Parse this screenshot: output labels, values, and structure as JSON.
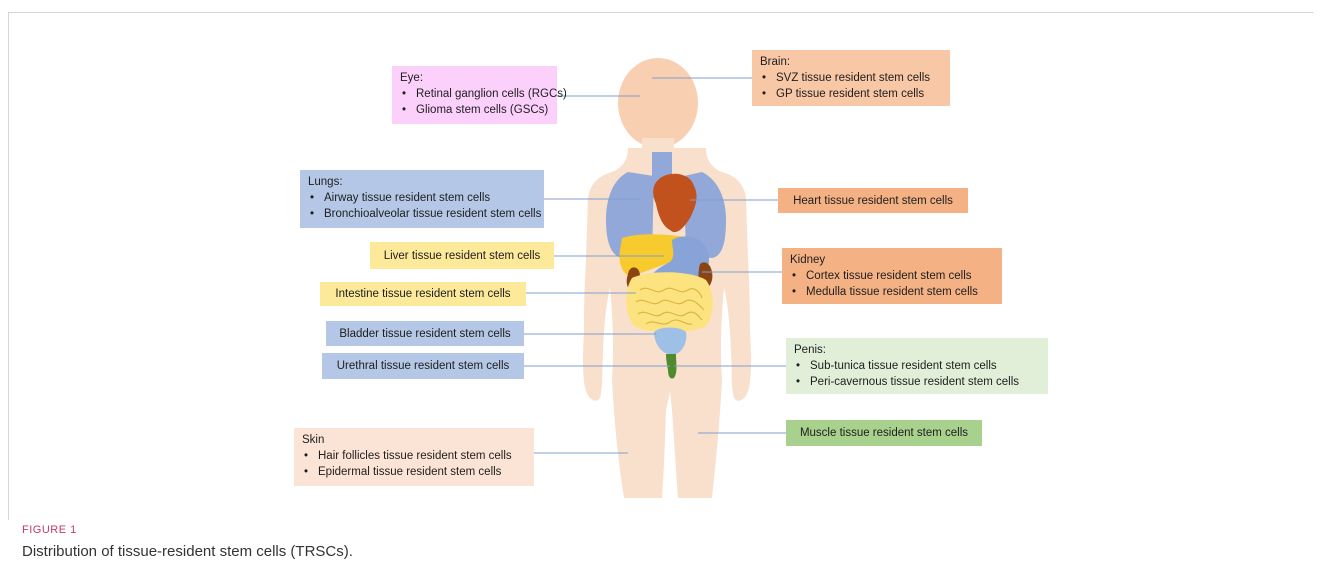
{
  "colors": {
    "skin": "#f9e0cd",
    "head": "#f8cfb1",
    "lungs": "#91a8d8",
    "heart": "#c1511d",
    "liver": "#f7ca2e",
    "stomach": "#87a3d8",
    "kidney": "#8a4513",
    "intestine": "#fde37f",
    "bladder": "#9ec0e6",
    "penis": "#4e8a2e",
    "box_pink": "#fbd0fb",
    "box_peach": "#f8c7a5",
    "box_blue": "#b5c7e6",
    "box_orange": "#f4b183",
    "box_yellow": "#fde99a",
    "box_lightgreen": "#e1efd9",
    "box_green": "#a9d18e",
    "box_lightpeach": "#fbe4d5",
    "leader_line": "#7f9fcb",
    "caption_label": "#c23a63"
  },
  "boxes": {
    "eye": {
      "title": "Eye:",
      "items": [
        "Retinal ganglion cells (RGCs)",
        "Glioma stem cells (GSCs)"
      ]
    },
    "brain": {
      "title": "Brain:",
      "items": [
        "SVZ tissue resident stem cells",
        "GP tissue resident stem cells"
      ]
    },
    "lungs": {
      "title": "Lungs:",
      "items": [
        "Airway tissue resident stem cells",
        "Bronchioalveolar tissue resident stem cells"
      ]
    },
    "heart": {
      "label": "Heart tissue resident stem cells"
    },
    "liver": {
      "label": "Liver tissue resident stem cells"
    },
    "kidney": {
      "title": "Kidney",
      "items": [
        "Cortex tissue resident stem cells",
        "Medulla tissue resident stem cells"
      ]
    },
    "intestine": {
      "label": "Intestine tissue resident stem cells"
    },
    "bladder": {
      "label": "Bladder tissue resident stem cells"
    },
    "urethral": {
      "label": "Urethral tissue resident stem cells"
    },
    "penis": {
      "title": "Penis:",
      "items": [
        "Sub-tunica tissue resident stem cells",
        "Peri-cavernous  tissue resident stem cells"
      ]
    },
    "muscle": {
      "label": "Muscle tissue resident stem cells"
    },
    "skin": {
      "title": "Skin",
      "items": [
        "Hair follicles tissue resident stem cells",
        "Epidermal tissue resident stem cells"
      ]
    }
  },
  "caption": {
    "label": "FIGURE 1",
    "text": "Distribution of tissue-resident stem cells (TRSCs)."
  }
}
